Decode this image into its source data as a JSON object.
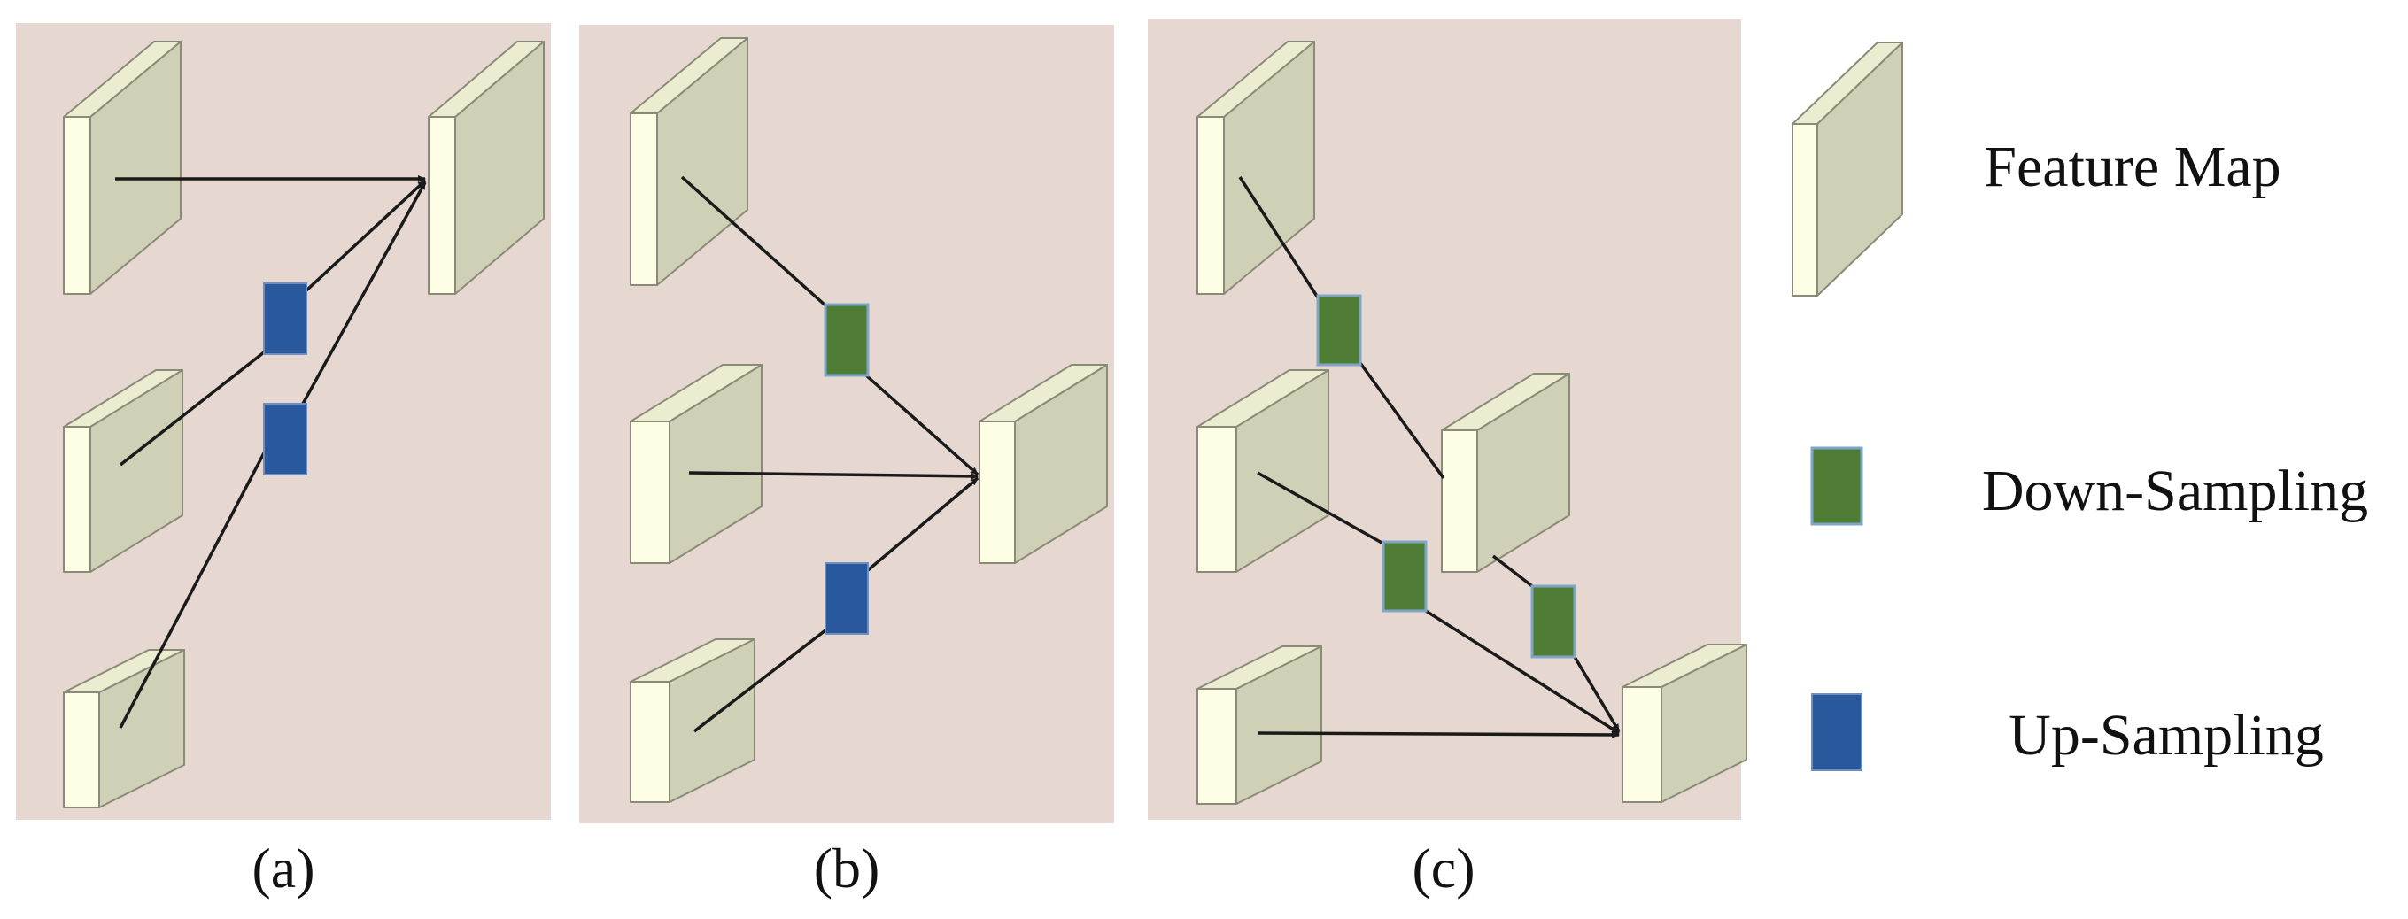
{
  "figure": {
    "panel_labels": [
      "(a)",
      "(b)",
      "(c)"
    ],
    "legend": [
      {
        "icon": "feature-map-icon",
        "label": "Feature Map"
      },
      {
        "icon": "down-sampling-icon",
        "label": "Down-Sampling"
      },
      {
        "icon": "up-sampling-icon",
        "label": "Up-Sampling"
      }
    ]
  },
  "colors": {
    "panel_background": "#e6d8d0",
    "feature_map_front": "#fefee4",
    "feature_map_side": "#cfd0b6",
    "feature_map_top": "#ecedd0",
    "feature_map_edge": "#8a8a78",
    "down_sampling": "#4f7d35",
    "up_sampling": "#2a589c",
    "connector": "#1a1a1a"
  }
}
